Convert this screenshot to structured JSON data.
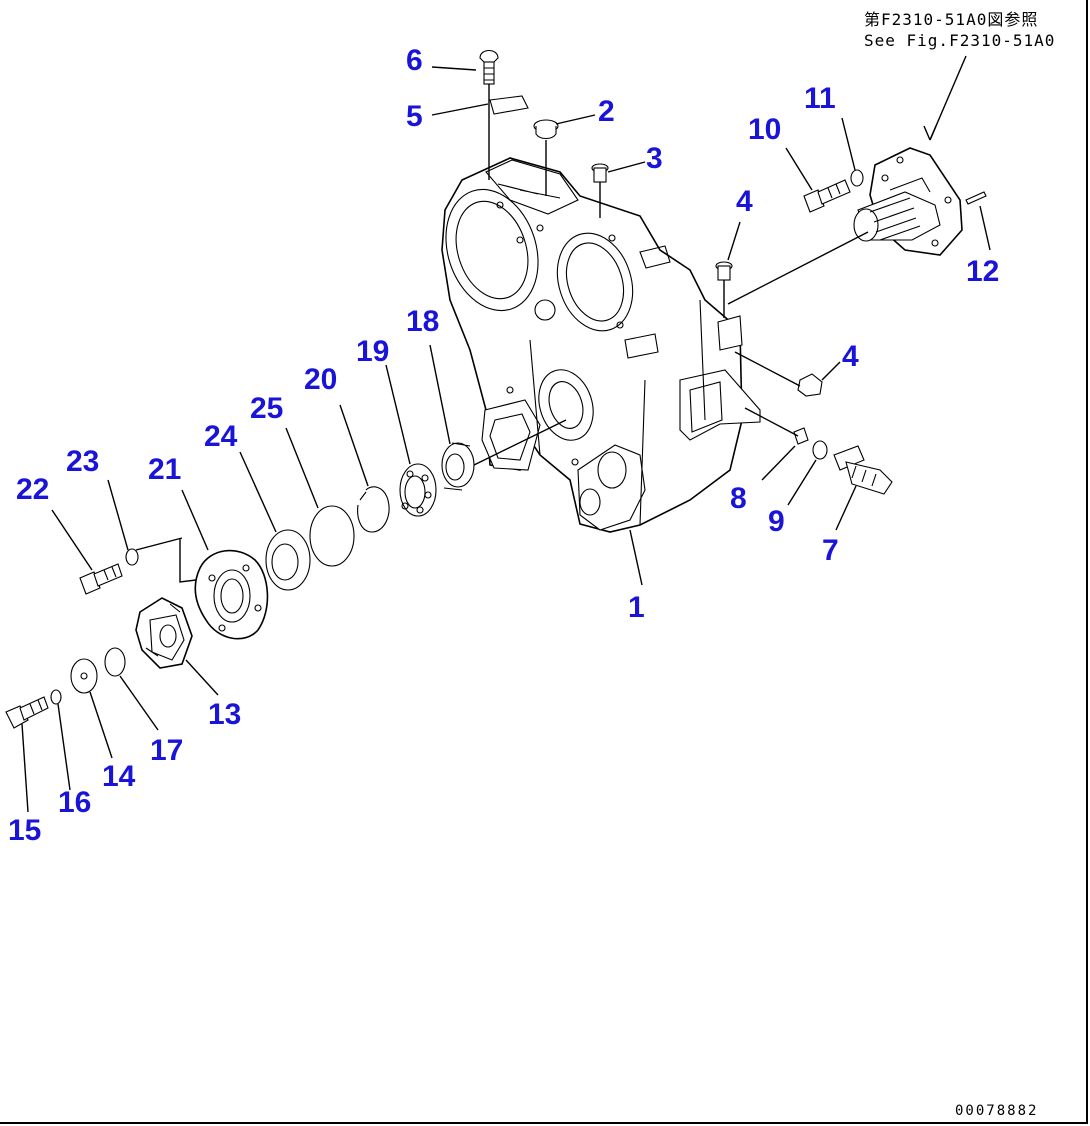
{
  "reference": {
    "japanese": "第F2310-51A0図参照",
    "english": "See Fig.F2310-51A0"
  },
  "drawing_id": "00078882",
  "callouts": [
    "1",
    "2",
    "3",
    "4",
    "4",
    "5",
    "6",
    "7",
    "8",
    "9",
    "10",
    "11",
    "12",
    "13",
    "14",
    "15",
    "16",
    "17",
    "18",
    "19",
    "20",
    "21",
    "22",
    "23",
    "24",
    "25"
  ]
}
